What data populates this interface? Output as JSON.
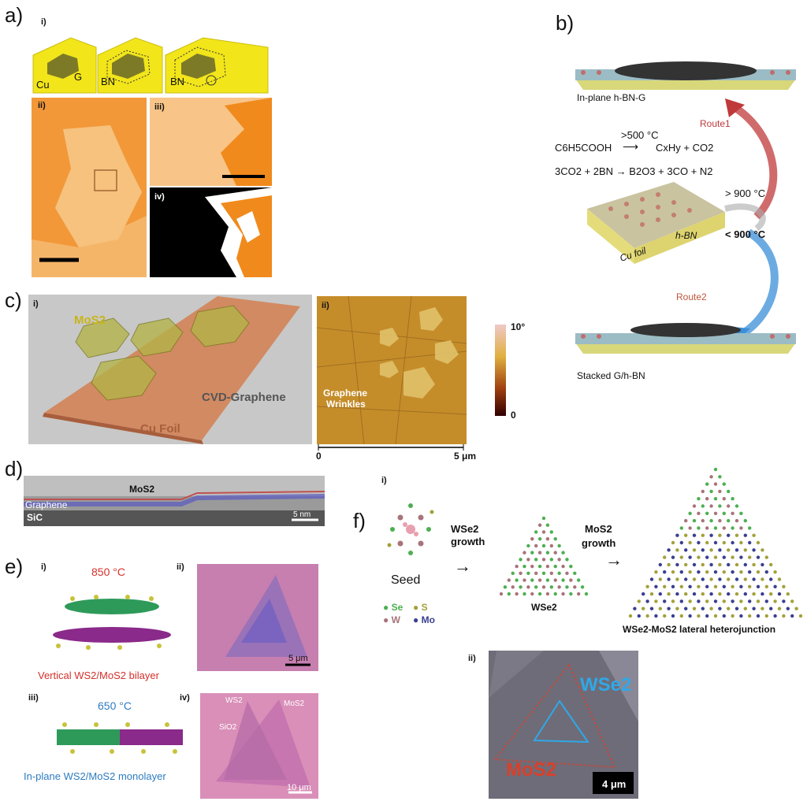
{
  "panel_a": {
    "letter": "a)",
    "sub_i": "i)",
    "sub_ii": "ii)",
    "sub_iii": "iii)",
    "sub_iv": "iv)",
    "label_cu": "Cu",
    "label_g": "G",
    "label_bn1": "BN",
    "label_bn2": "BN",
    "colors": {
      "yellow": "#f2e51a",
      "orange": "#f08a1c",
      "pale": "#f6c27e"
    }
  },
  "panel_b": {
    "letter": "b)",
    "top_label": "In-plane h-BN-G",
    "route1": "Route1",
    "route2": "Route2",
    "eq1_left": "C6H5COOH",
    "eq1_temp": ">500 °C",
    "eq1_right": "CxHy + CO2",
    "eq2": "3CO2 + 2BN → B2O3 + 3CO + N2",
    "temp_high": "> 900 °C",
    "temp_low": "< 900 °C",
    "hbn": "h-BN",
    "cu_foil": "Cu foil",
    "bottom_label": "Stacked G/h-BN",
    "colors": {
      "route1": "#c0393b",
      "route2": "#3a8fd8"
    }
  },
  "panel_c": {
    "letter": "c)",
    "sub_i": "i)",
    "sub_ii": "ii)",
    "mos2": "MoS2",
    "cvd_graphene": "CVD-Graphene",
    "cu_foil": "Cu Foil",
    "wrinkles_line1": "Graphene",
    "wrinkles_line2": "Wrinkles",
    "scale_left": "0",
    "scale_right": "5 μm",
    "colorbar_top": "10°",
    "colorbar_bottom": "0"
  },
  "panel_d": {
    "letter": "d)",
    "mos2": "MoS2",
    "graphene": "Graphene",
    "sic": "SiC",
    "scale": "5 nm"
  },
  "panel_e": {
    "letter": "e)",
    "sub_i": "i)",
    "sub_ii": "ii)",
    "sub_iii": "iii)",
    "sub_iv": "iv)",
    "temp_high": "850 °C",
    "temp_low": "650 °C",
    "vertical_label": "Vertical WS2/MoS2 bilayer",
    "inplane_label": "In-plane WS2/MoS2 monolayer",
    "scale_ii": "5 μm",
    "scale_iv": "10 μm",
    "ws2": "WS2",
    "mos2": "MoS2",
    "sio2": "SiO2",
    "colors": {
      "red": "#d4312b",
      "blue": "#2d7cc0"
    }
  },
  "panel_f": {
    "letter": "f)",
    "sub_i": "i)",
    "sub_ii": "ii)",
    "seed": "Seed",
    "wse2_growth_1": "WSe2",
    "wse2_growth_2": "growth",
    "mos2_growth_1": "MoS2",
    "mos2_growth_2": "growth",
    "wse2_caption": "WSe2",
    "hetero_caption": "WSe2-MoS2 lateral heterojunction",
    "legend": {
      "se": "Se",
      "s": "S",
      "w": "W",
      "mo": "Mo"
    },
    "optical_wse2": "WSe2",
    "optical_mos2": "MoS2",
    "scale": "4 μm",
    "colors": {
      "se": "#4caf50",
      "s": "#a3a13a",
      "w": "#a8737a",
      "mo": "#3a3f8f",
      "wse2_text": "#2fa8e8",
      "mos2_text": "#d8402b"
    }
  }
}
